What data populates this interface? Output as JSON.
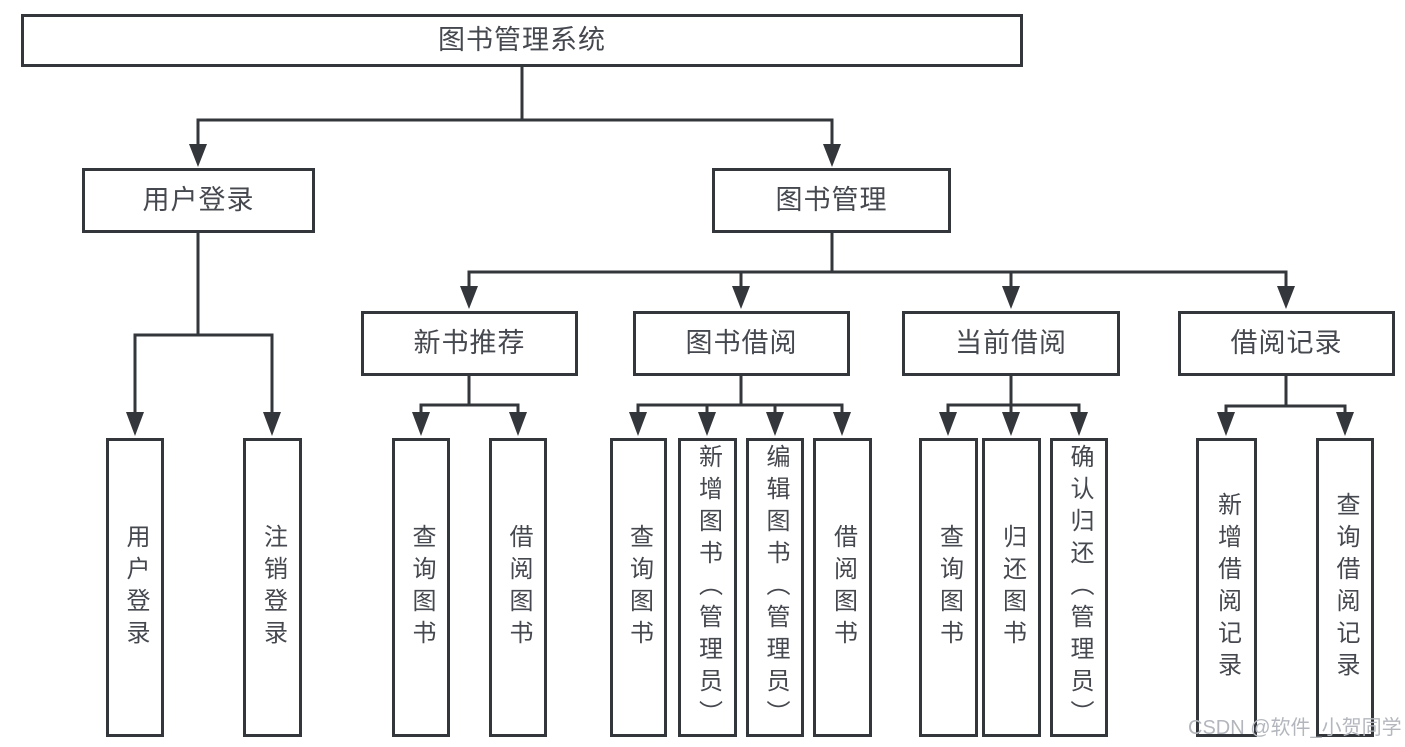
{
  "diagram_title": "图书管理系统",
  "tree": {
    "root": {
      "label": "图书管理系统"
    },
    "branches": [
      {
        "label": "用户登录",
        "children": [
          {
            "label": "用户登录"
          },
          {
            "label": "注销登录"
          }
        ]
      },
      {
        "label": "图书管理",
        "sections": [
          {
            "label": "新书推荐",
            "children": [
              {
                "label": "查询图书"
              },
              {
                "label": "借阅图书"
              }
            ]
          },
          {
            "label": "图书借阅",
            "children": [
              {
                "label": "查询图书"
              },
              {
                "label": "新增图书（管理员）"
              },
              {
                "label": "编辑图书（管理员）"
              },
              {
                "label": "借阅图书"
              }
            ]
          },
          {
            "label": "当前借阅",
            "children": [
              {
                "label": "查询图书"
              },
              {
                "label": "归还图书"
              },
              {
                "label": "确认归还（管理员）"
              }
            ]
          },
          {
            "label": "借阅记录",
            "children": [
              {
                "label": "新增借阅记录"
              },
              {
                "label": "查询借阅记录"
              }
            ]
          }
        ]
      }
    ]
  },
  "watermark": {
    "text": "CSDN @软件_小贺同学"
  },
  "colors": {
    "line": "#33363a",
    "box_border": "#33363a",
    "text": "#45484e",
    "watermark": "#b3b7bd",
    "background": "#ffffff"
  }
}
